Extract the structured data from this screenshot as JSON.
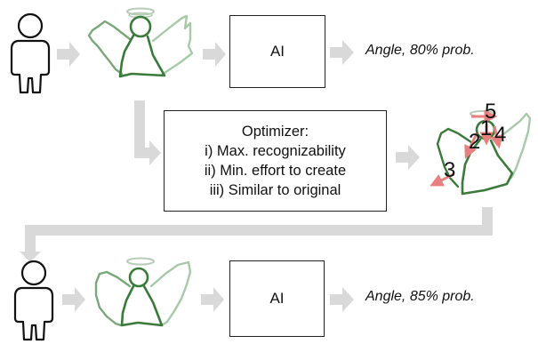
{
  "row1": {
    "ai_label": "AI",
    "result": "Angle, 80% prob."
  },
  "optimizer": {
    "title": "Optimizer:",
    "criteria": [
      "i) Max. recognizability",
      "ii) Min. effort to create",
      "iii) Similar to original"
    ]
  },
  "edit_steps": [
    "5",
    "1",
    "2",
    "4",
    "3"
  ],
  "row3": {
    "ai_label": "AI",
    "result": "Angle, 85% prob."
  },
  "icons": {
    "person": "person-outline-icon",
    "drawing": "angel-sketch-icon",
    "arrow": "flow-arrow"
  },
  "colors": {
    "arrow": "#d9d9d9",
    "sketch_dark": "#3a7a3a",
    "sketch_light": "#a7c9a7",
    "halo": "#b8cbb8",
    "edit_marks": "#e98080"
  }
}
